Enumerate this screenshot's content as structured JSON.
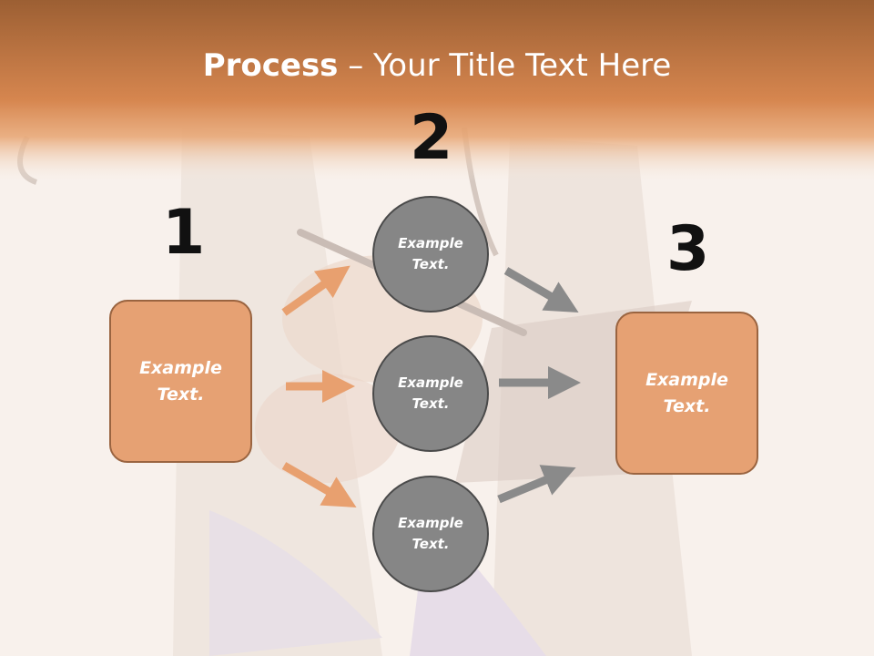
{
  "slide": {
    "title_bold": "Process",
    "title_rest": " – Your Title Text Here"
  },
  "steps": {
    "one": {
      "number": "1",
      "text": "Example\nText."
    },
    "two": {
      "number": "2",
      "circles": [
        {
          "text": "Example\nText."
        },
        {
          "text": "Example\nText."
        },
        {
          "text": "Example\nText."
        }
      ]
    },
    "three": {
      "number": "3",
      "text": "Example\nText."
    }
  },
  "colors": {
    "header": "#d98750",
    "box_fill": "#e6a173",
    "box_border": "#9a6440",
    "circle_fill": "#868686",
    "orange_arrow": "#e8a06f",
    "gray_arrow": "#8a8a8a"
  }
}
